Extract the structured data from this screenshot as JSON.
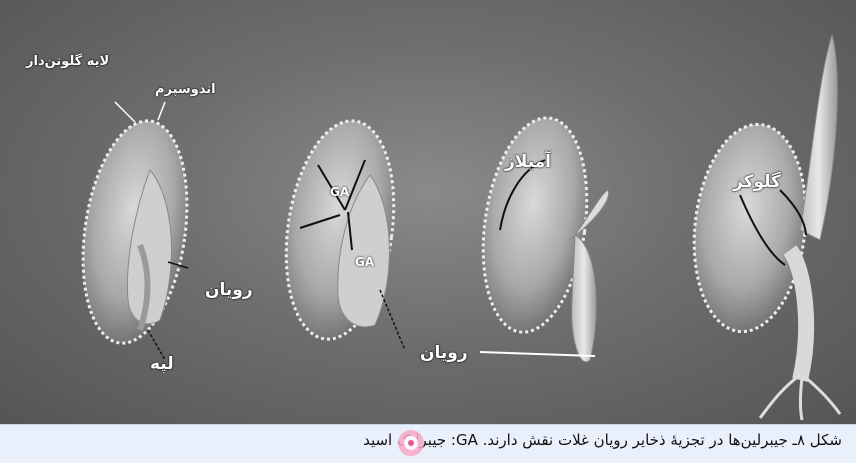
{
  "figure": {
    "labels": {
      "aleurone_layer": "لایه گلوتن‌دار",
      "endosperm": "اندوسپرم",
      "embryo_1": "رویان",
      "cotyledon": "لپه",
      "ga_1": "GA",
      "ga_2": "GA",
      "amylase": "آمیلاز",
      "embryo_2": "رویان",
      "glucose": "گلوکز"
    }
  },
  "caption": {
    "text": "شکل ۸ـ جیبرلین‌ها در تجزیهٔ ذخایر رویان غلات نقش دارند. GA: جیبرلیک اسید"
  }
}
